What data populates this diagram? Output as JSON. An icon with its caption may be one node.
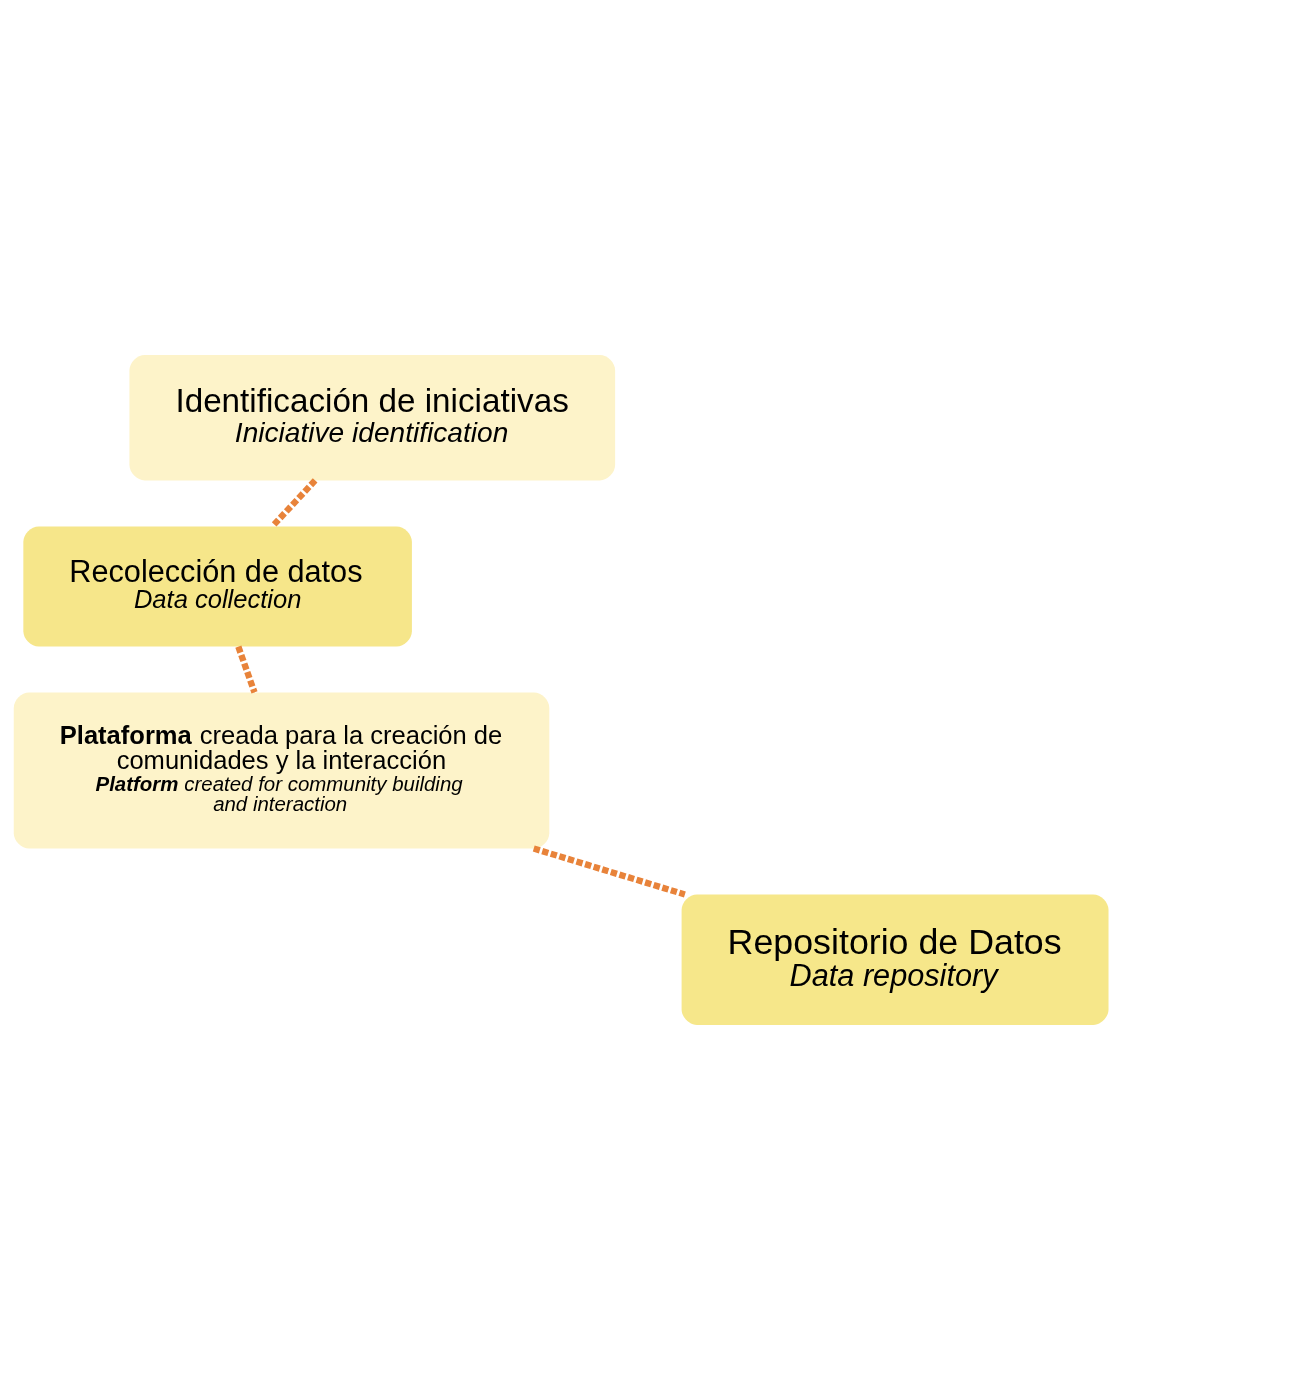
{
  "diagram": {
    "nodes": [
      {
        "text": [
          "Identificación de iniciativas",
          "Iniciative identification"
        ]
      },
      {
        "text": [
          "Recolección de datos",
          "Data collection"
        ]
      },
      {
        "text": [
          "**Plataforma** creada para la creación de comunidades y la interacción",
          "**Platform** created for community building and interaction"
        ]
      },
      {
        "text": [
          "Repositorio de Datos",
          "Data repository"
        ]
      }
    ],
    "edges": [
      {
        "from": 0,
        "to": 1,
        "arrow": "none",
        "style": "dashed"
      },
      {
        "from": 1,
        "to": 2,
        "arrow": "none",
        "style": "dashed"
      },
      {
        "from": 2,
        "to": 3,
        "arrow": "none",
        "style": "dashed"
      }
    ]
  }
}
